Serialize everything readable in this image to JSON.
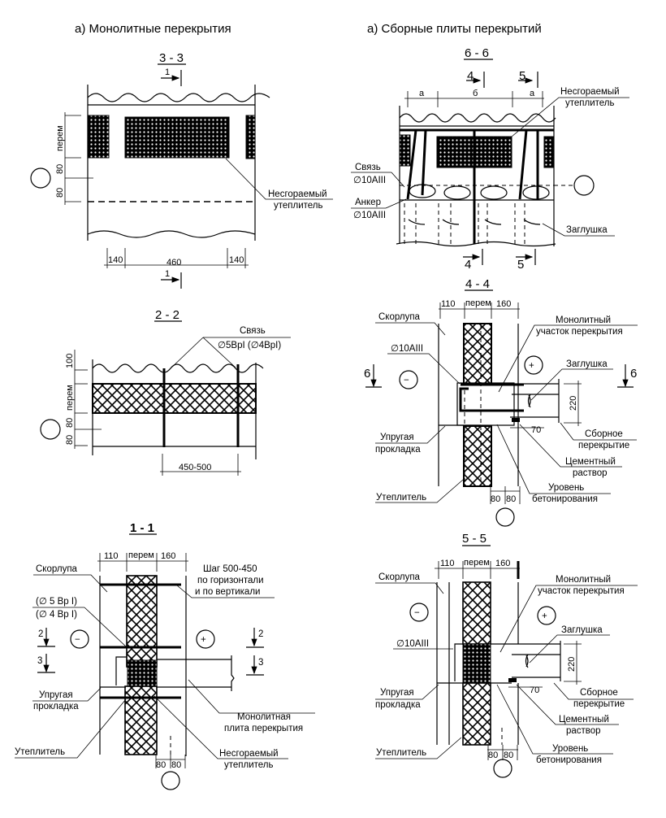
{
  "headings": {
    "left": "а) Монолитные перекрытия",
    "right": "а) Сборные плиты перекрытий"
  },
  "sections": {
    "s33": {
      "title": "3 - 3",
      "cut_mark": "1",
      "dims_left": [
        "перем",
        "80",
        "80"
      ],
      "dims_bottom": [
        "140",
        "460",
        "140"
      ],
      "label_insulation": [
        "Несгораемый",
        "утеплитель"
      ]
    },
    "s66": {
      "title": "6 - 6",
      "cut_marks_top": [
        "4",
        "5"
      ],
      "cut_marks_bottom": [
        "4",
        "5"
      ],
      "dims_top": [
        "а",
        "б",
        "а"
      ],
      "label_insulation": [
        "Несгораемый",
        "утеплитель"
      ],
      "label_tie": [
        "Связь",
        "∅10AIII"
      ],
      "label_anchor": [
        "Анкер",
        "∅10AIII"
      ],
      "label_plug": "Заглушка"
    },
    "s22": {
      "title": "2 - 2",
      "dims_left": [
        "100",
        "перем",
        "80",
        "80"
      ],
      "dim_bottom": "450-500",
      "label_tie": [
        "Связь",
        "∅5BpI (∅4BpI)"
      ]
    },
    "s44": {
      "title": "4 - 4",
      "dims_top": [
        "110",
        "перем",
        "160"
      ],
      "dims_bottom": [
        "80",
        "80"
      ],
      "dim_height": "220",
      "dim_support": "70",
      "cut_mark": "6",
      "sign_minus": "−",
      "sign_plus": "+",
      "labels": {
        "shell": "Скорлупа",
        "rebar": "∅10AIII",
        "elastic": [
          "Упругая",
          "прокладка"
        ],
        "insulation": "Утеплитель",
        "monolithic": [
          "Монолитный",
          "участок перекрытия"
        ],
        "plug": "Заглушка",
        "precast": [
          "Сборное",
          "перекрытие"
        ],
        "mortar": [
          "Цементный",
          "раствор"
        ],
        "level": [
          "Уровень",
          "бетонирования"
        ]
      }
    },
    "s11": {
      "title": "1 - 1",
      "dims_top": [
        "110",
        "перем",
        "160"
      ],
      "dims_bottom": [
        "80",
        "80"
      ],
      "cut_marks": [
        "2",
        "3"
      ],
      "sign_minus": "−",
      "sign_plus": "+",
      "labels": {
        "shell": "Скорлупа",
        "ties": [
          "(∅ 5 Bp I)",
          "(∅ 4 Bp I)"
        ],
        "step": [
          "Шаг 500-450",
          "по горизонтали",
          "и по вертикали"
        ],
        "elastic": [
          "Упругая",
          "прокладка"
        ],
        "insulation": "Утеплитель",
        "slab": [
          "Монолитная",
          "плита перекрытия"
        ],
        "fireproof": [
          "Несгораемый",
          "утеплитель"
        ]
      }
    },
    "s55": {
      "title": "5 - 5",
      "dims_top": [
        "110",
        "перем",
        "160"
      ],
      "dims_bottom": [
        "80",
        "80"
      ],
      "dim_height": "220",
      "dim_support": "70",
      "sign_minus": "−",
      "sign_plus": "+",
      "labels": {
        "shell": "Скорлупа",
        "rebar": "∅10AIII",
        "elastic": [
          "Упругая",
          "прокладка"
        ],
        "insulation": "Утеплитель",
        "monolithic": [
          "Монолитный",
          "участок перекрытия"
        ],
        "plug": "Заглушка",
        "precast": [
          "Сборное",
          "перекрытие"
        ],
        "mortar": [
          "Цементный",
          "раствор"
        ],
        "level": [
          "Уровень",
          "бетонирования"
        ]
      }
    }
  }
}
